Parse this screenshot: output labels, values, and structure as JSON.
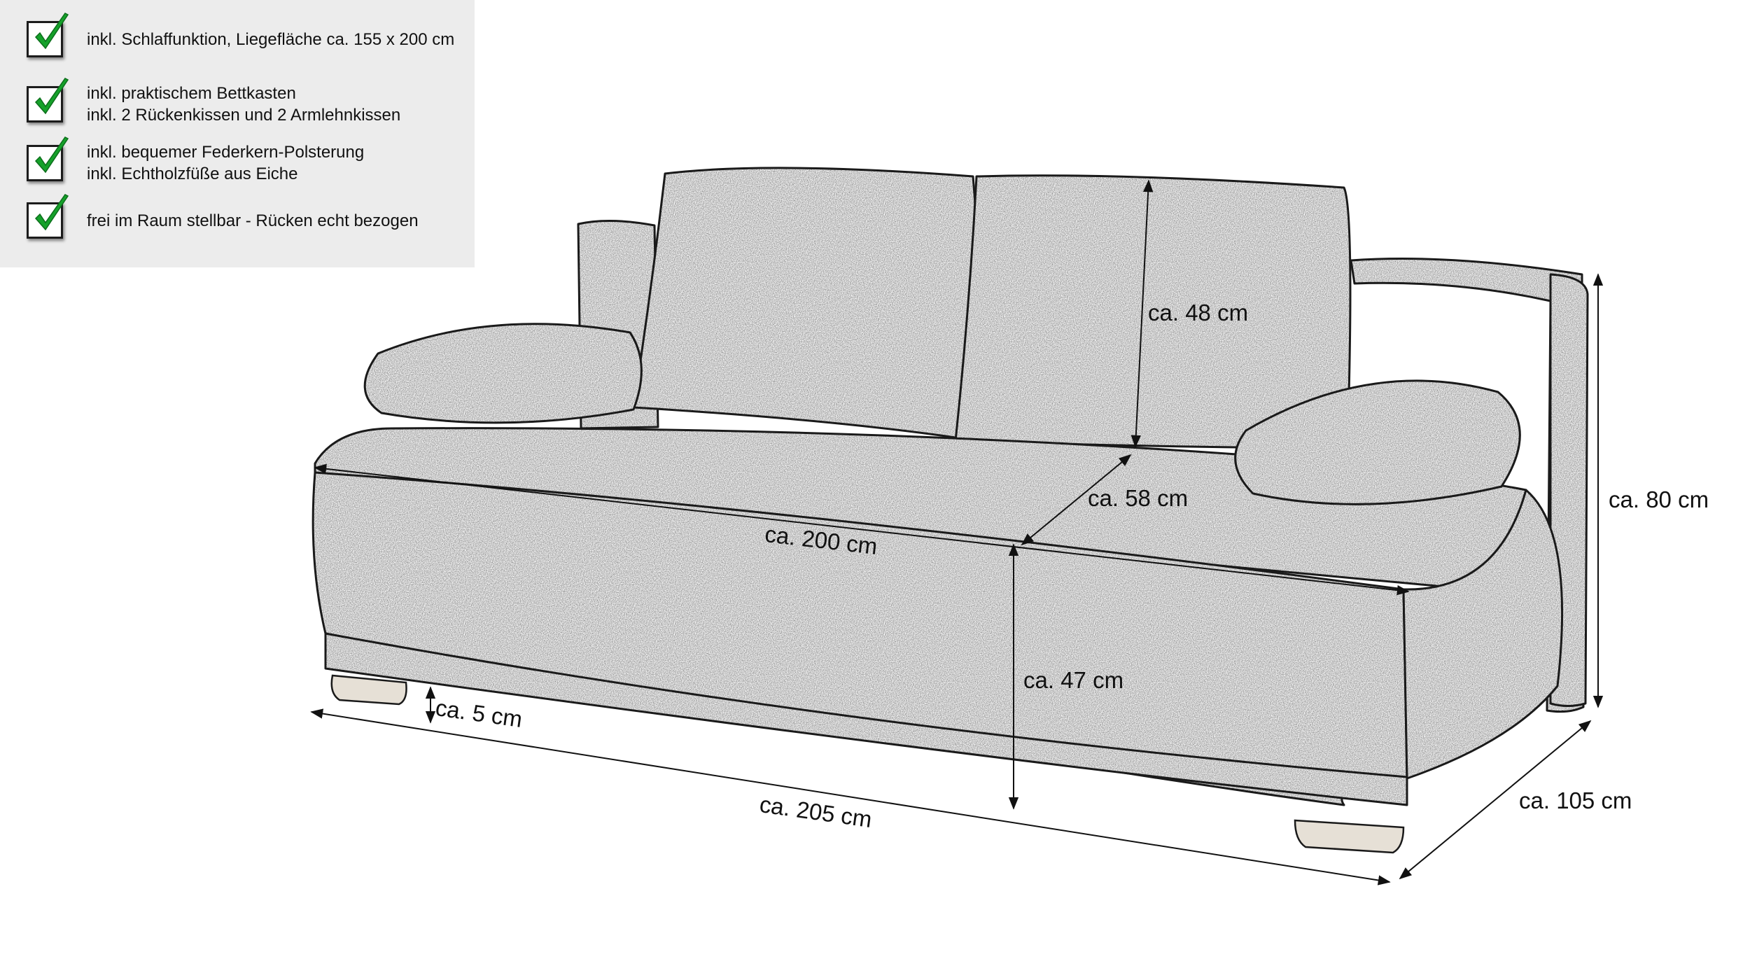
{
  "features": [
    {
      "lines": [
        "inkl. Schlaffunktion, Liegefläche ca. 155 x 200 cm"
      ]
    },
    {
      "lines": [
        "inkl. praktischem Bettkasten",
        "inkl. 2 Rückenkissen und 2 Armlehnkissen"
      ]
    },
    {
      "lines": [
        "inkl. bequemer Federkern-Polsterung",
        "inkl. Echtholzfüße aus Eiche"
      ]
    },
    {
      "lines": [
        "frei im Raum stellbar - Rücken echt bezogen"
      ]
    }
  ],
  "check_icon": "check-icon",
  "colors": {
    "check_green": "#15a12a",
    "panel_bg": "#ececec",
    "sketch_line": "#1a1a1a"
  },
  "dimensions": {
    "back_cushion_height": "ca. 48 cm",
    "total_height": "ca. 80 cm",
    "seat_depth": "ca. 58 cm",
    "lying_length": "ca. 200 cm",
    "seat_height": "ca. 47 cm",
    "foot_height": "ca. 5 cm",
    "total_width": "ca. 205 cm",
    "total_depth": "ca. 105 cm"
  }
}
